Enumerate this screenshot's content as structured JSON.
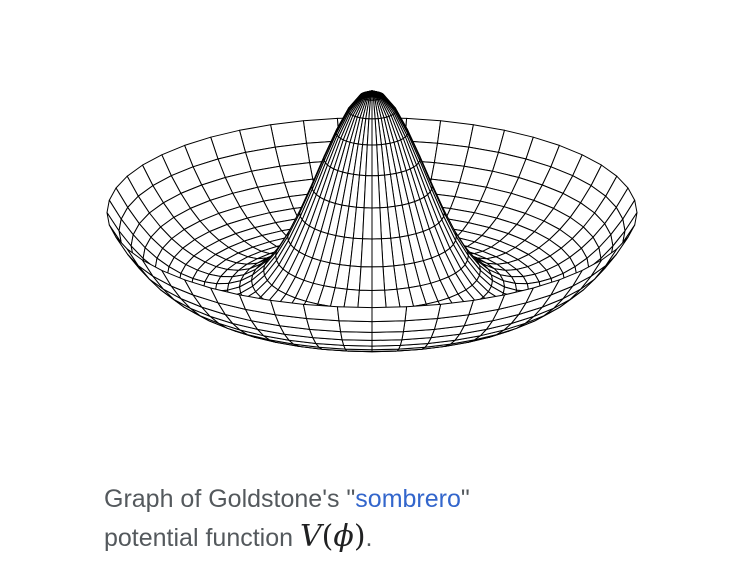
{
  "caption": {
    "text_before": "Graph of Goldstone's \"",
    "link_text": "sombrero",
    "text_after": "\"",
    "line2_text": "potential function ",
    "math": {
      "func": "V",
      "open": "(",
      "arg": "ϕ",
      "close": ")"
    },
    "period": "."
  },
  "surface": {
    "line_color": "#000000",
    "fill_color": "#ffffff",
    "radial_rings": 22,
    "angular_segments": 48
  }
}
